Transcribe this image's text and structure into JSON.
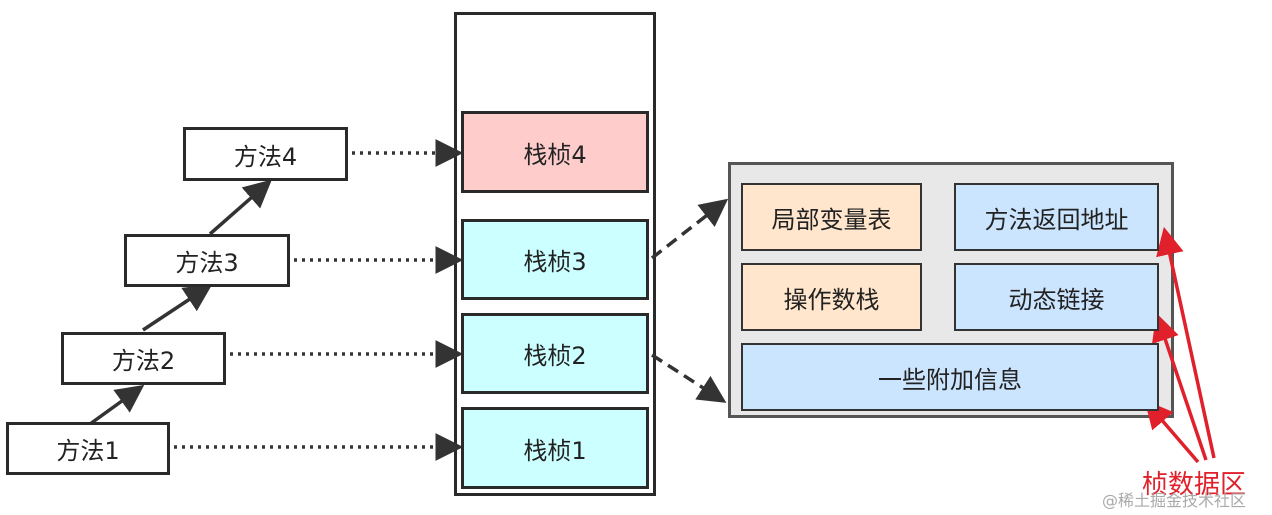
{
  "methods": [
    {
      "label": "方法1"
    },
    {
      "label": "方法2"
    },
    {
      "label": "方法3"
    },
    {
      "label": "方法4"
    }
  ],
  "frames": [
    {
      "label": "栈桢4",
      "color": "#ffcccc"
    },
    {
      "label": "栈桢3",
      "color": "#ccffff"
    },
    {
      "label": "栈桢2",
      "color": "#ccffff"
    },
    {
      "label": "栈桢1",
      "color": "#ccffff"
    }
  ],
  "frame_detail": {
    "local_vars": "局部变量表",
    "return_addr": "方法返回地址",
    "operand_stack": "操作数栈",
    "dynamic_link": "动态链接",
    "extra_info": "一些附加信息"
  },
  "colors": {
    "orange_cell": "#ffe6cc",
    "blue_cell": "#cce5ff",
    "red_annotation": "#e0202a"
  },
  "annotation": "桢数据区",
  "watermark": "@稀土掘金技术社区"
}
